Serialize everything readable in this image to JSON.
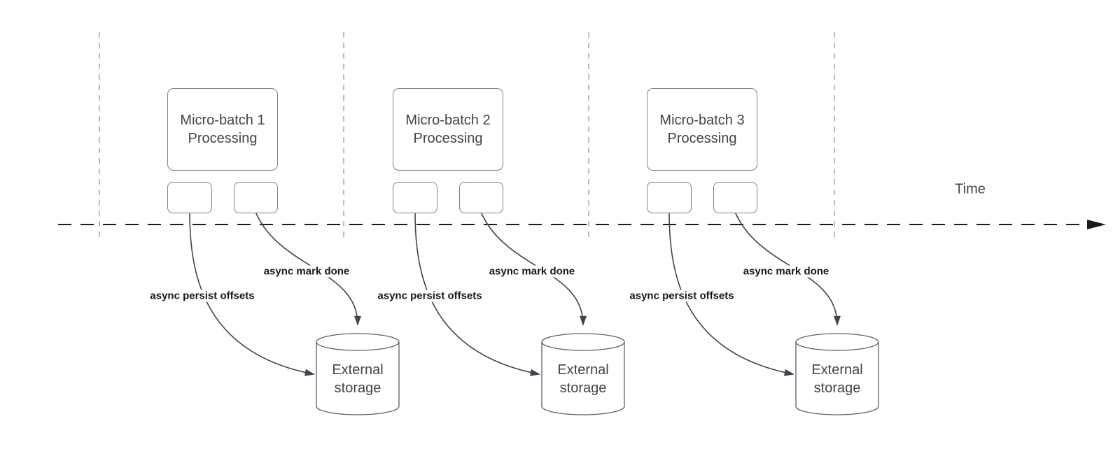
{
  "diagram": {
    "time_label": "Time",
    "batches": [
      {
        "processing_line1": "Micro-batch 1",
        "processing_line2": "Processing",
        "persist_offsets_label": "async persist offsets",
        "mark_done_label": "async mark done",
        "storage_line1": "External",
        "storage_line2": "storage"
      },
      {
        "processing_line1": "Micro-batch 2",
        "processing_line2": "Processing",
        "persist_offsets_label": "async persist offsets",
        "mark_done_label": "async mark done",
        "storage_line1": "External",
        "storage_line2": "storage"
      },
      {
        "processing_line1": "Micro-batch 3",
        "processing_line2": "Processing",
        "persist_offsets_label": "async persist offsets",
        "mark_done_label": "async mark done",
        "storage_line1": "External",
        "storage_line2": "storage"
      }
    ],
    "colors": {
      "background": "#ffffff",
      "timeline_axis": "#1b1b1b",
      "interval_gridline": "#aeaeae",
      "shape_border": "#7c8085",
      "connector": "#3e4450",
      "shape_text": "#3f434a",
      "connector_label_text": "#14171c"
    }
  }
}
